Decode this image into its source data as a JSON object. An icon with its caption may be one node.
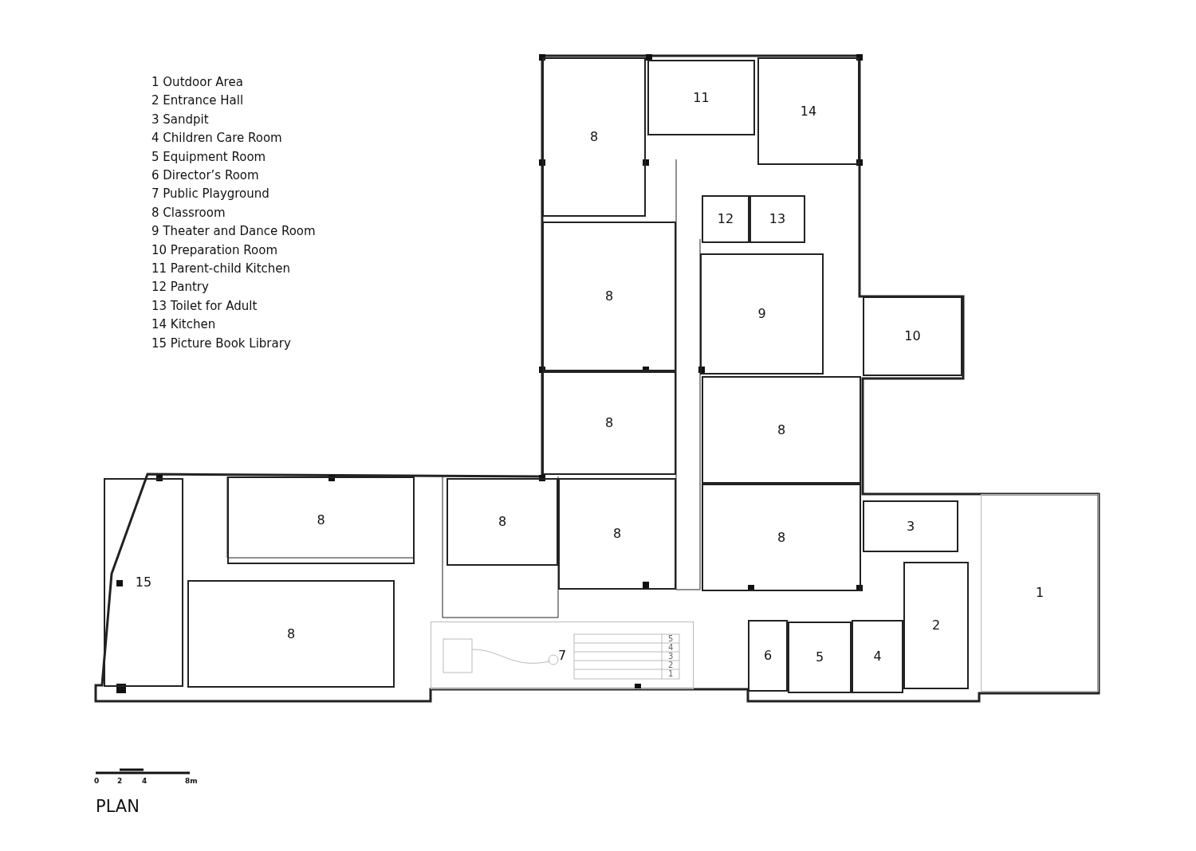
{
  "diagram": {
    "title": "PLAN",
    "nodes": [
      {
        "text": [
          "11"
        ]
      },
      {
        "text": [
          "14"
        ]
      },
      {
        "text": [
          "8"
        ]
      },
      {
        "text": [
          "12"
        ]
      },
      {
        "text": [
          "13"
        ]
      },
      {
        "text": [
          "8"
        ]
      },
      {
        "text": [
          "9"
        ]
      },
      {
        "text": [
          "10"
        ]
      },
      {
        "text": [
          "8"
        ]
      },
      {
        "text": [
          "8"
        ]
      },
      {
        "text": [
          "8"
        ]
      },
      {
        "text": [
          "8"
        ]
      },
      {
        "text": [
          "3"
        ]
      },
      {
        "text": [
          "8"
        ]
      },
      {
        "text": [
          "8"
        ]
      },
      {
        "text": [
          "15"
        ]
      },
      {
        "text": [
          "1"
        ]
      },
      {
        "text": [
          "2"
        ]
      },
      {
        "text": [
          "8"
        ]
      },
      {
        "text": [
          "7"
        ]
      },
      {
        "text": [
          "6"
        ]
      },
      {
        "text": [
          "5"
        ]
      },
      {
        "text": [
          "4"
        ]
      }
    ],
    "labels": [
      "1 Outdoor Area",
      "2 Entrance Hall",
      "3 Sandpit",
      "4 Children Care Room",
      "5 Equipment Room",
      "6 Director’s Room",
      "7 Public Playground",
      "8 Classroom",
      "9 Theater and Dance Room",
      "10 Preparation Room",
      "11 Parent-child Kitchen",
      "12 Pantry",
      "13 Toilet for Adult",
      "14 Kitchen",
      "15 Picture Book Library",
      "5",
      "4",
      "3",
      "2",
      "1",
      "0",
      "2",
      "4",
      "8m"
    ]
  }
}
